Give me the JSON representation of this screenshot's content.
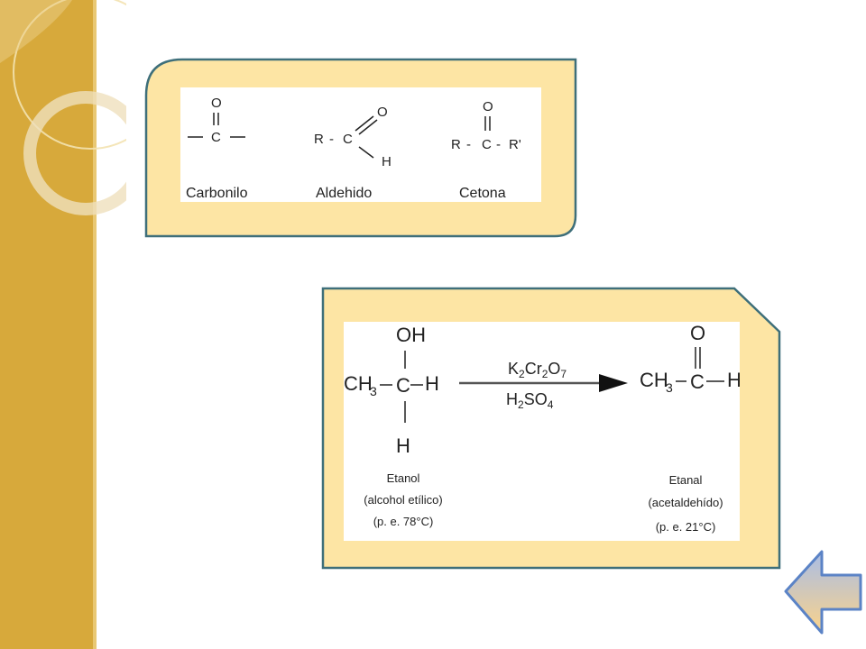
{
  "card1": {
    "formulas": [
      {
        "name": "Carbonilo",
        "atoms": {
          "o": "O",
          "c": "C"
        }
      },
      {
        "name": "Aldehido",
        "atoms": {
          "r": "R",
          "dash": "-",
          "c": "C",
          "o": "O",
          "h": "H"
        }
      },
      {
        "name": "Cetona",
        "atoms": {
          "o": "O",
          "r": "R",
          "dash1": "-",
          "c": "C",
          "dash2": "-",
          "r2": "R'"
        }
      }
    ]
  },
  "card2": {
    "reactant": {
      "oh": "OH",
      "ch3": "CH",
      "ch3_sub": "3",
      "c": "C",
      "h_right": "H",
      "h_bottom": "H",
      "label_lines": [
        "Etanol",
        "(alcohol etílico)",
        "(p. e. 78°C)"
      ]
    },
    "reagent_top": {
      "k": "K",
      "k_sub": "2",
      "cr": "Cr",
      "cr_sub": "2",
      "o": "O",
      "o_sub": "7"
    },
    "reagent_bottom": {
      "h": "H",
      "h_sub": "2",
      "so": "SO",
      "so_sub": "4"
    },
    "product": {
      "o": "O",
      "ch3": "CH",
      "ch3_sub": "3",
      "c": "C",
      "h": "H",
      "label_lines": [
        "Etanal",
        "(acetaldehído)",
        "(p. e. 21°C)"
      ]
    }
  },
  "colors": {
    "sidebar": "#d7a93b",
    "card_fill": "#fde5a4",
    "card_border": "#3e6f7a",
    "back_arrow_fill_top": "#a9bde6",
    "back_arrow_fill_bottom": "#fbd38a",
    "back_arrow_border": "#5b83c6"
  },
  "icons": {
    "back_arrow": "arrow-left-icon"
  }
}
